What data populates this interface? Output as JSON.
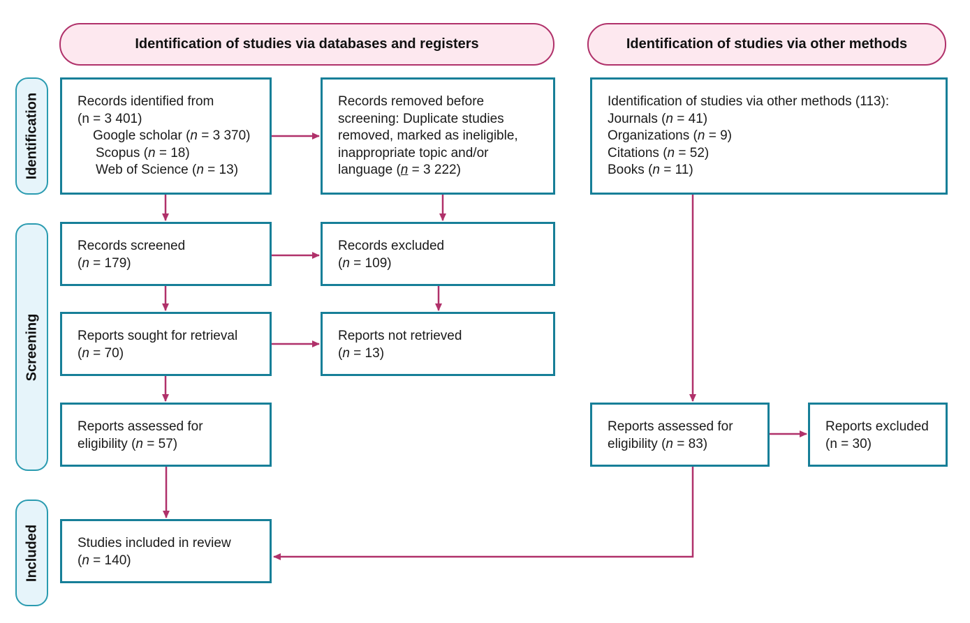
{
  "headers": {
    "databases": "Identification of studies via databases and registers",
    "other": "Identification of studies via other methods"
  },
  "stages": {
    "identification": "Identification",
    "screening": "Screening",
    "included": "Included"
  },
  "boxes": {
    "records_identified": {
      "line1": "Records identified from",
      "line2": "(n = 3 401)",
      "gs_pre": "Google scholar (",
      "gs_n": "n",
      "gs_post": " = 3 370)",
      "sc_pre": "Scopus (",
      "sc_n": "n",
      "sc_post": " = 18)",
      "ws_pre": "Web of Science (",
      "ws_n": "n",
      "ws_post": " = 13)"
    },
    "records_removed": {
      "line1": "Records removed before",
      "line2": "screening: Duplicate studies",
      "line3": "removed, marked as ineligible,",
      "line4": "inappropriate topic and/or",
      "l5_pre": "language (",
      "l5_n": "n",
      "l5_post": " = 3 222)"
    },
    "other_methods": {
      "line1": "Identification of studies via other methods (113):",
      "j_pre": "Journals (",
      "j_n": "n",
      "j_post": " = 41)",
      "o_pre": "Organizations (",
      "o_n": "n",
      "o_post": " = 9)",
      "c_pre": "Citations (",
      "c_n": "n",
      "c_post": " = 52)",
      "b_pre": "Books (",
      "b_n": "n",
      "b_post": " = 11)"
    },
    "records_screened": {
      "line1": "Records screened",
      "pre": "(",
      "n": "n",
      "post": " = 179)"
    },
    "records_excluded": {
      "line1": "Records excluded",
      "pre": "(",
      "n": "n",
      "post": " = 109)"
    },
    "reports_sought": {
      "line1": "Reports sought for retrieval",
      "pre": "(",
      "n": "n",
      "post": " = 70)"
    },
    "reports_not_retrieved": {
      "line1": "Reports not retrieved",
      "pre": "(",
      "n": "n",
      "post": " = 13)"
    },
    "reports_assessed_db": {
      "line1": "Reports assessed for",
      "pre": "eligibility (",
      "n": "n",
      "post": " = 57)"
    },
    "reports_assessed_other": {
      "line1": "Reports assessed for",
      "pre": "eligibility (",
      "n": "n",
      "post": " = 83)"
    },
    "reports_excluded": {
      "line1": "Reports excluded",
      "line2": "(n = 30)"
    },
    "studies_included": {
      "line1": "Studies included in review",
      "pre": "(",
      "n": "n",
      "post": " = 140)"
    }
  },
  "colors": {
    "arrow": "#b0316a",
    "box_border": "#177f98",
    "pill_fill": "#fde8ef",
    "stage_fill": "#e6f4fa"
  }
}
